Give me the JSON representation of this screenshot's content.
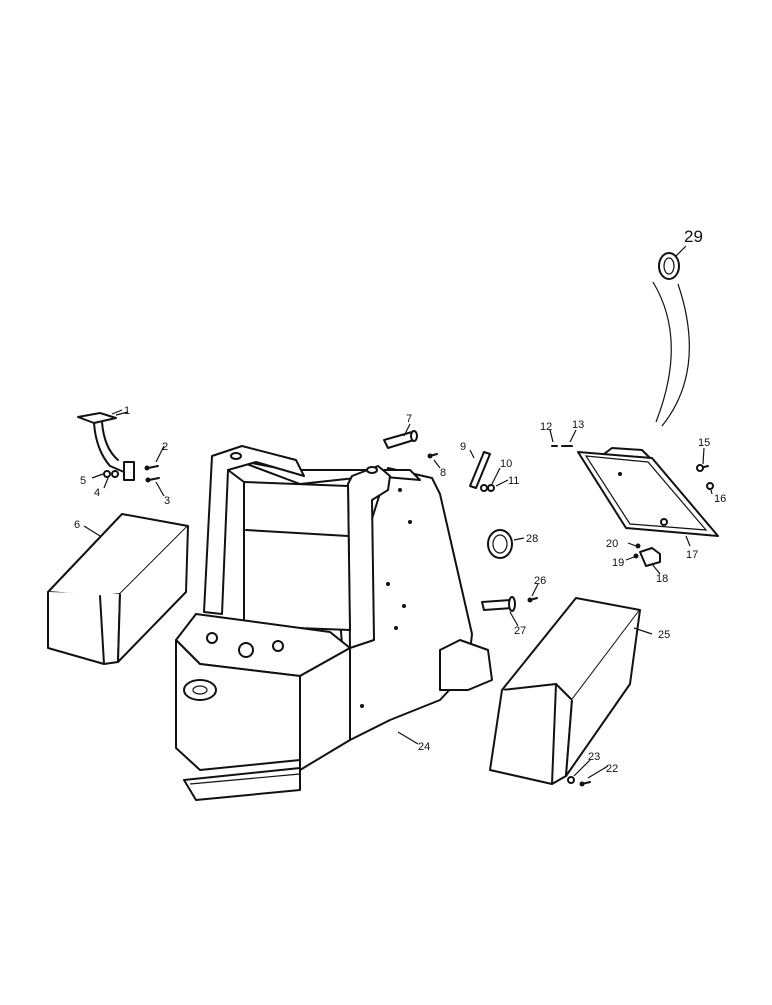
{
  "diagram": {
    "callouts": [
      {
        "id": "c1",
        "text": "1"
      },
      {
        "id": "c2",
        "text": "2"
      },
      {
        "id": "c3",
        "text": "3"
      },
      {
        "id": "c4",
        "text": "4"
      },
      {
        "id": "c5",
        "text": "5"
      },
      {
        "id": "c6",
        "text": "6"
      },
      {
        "id": "c7",
        "text": "7"
      },
      {
        "id": "c8",
        "text": "8"
      },
      {
        "id": "c9",
        "text": "9"
      },
      {
        "id": "c10",
        "text": "10"
      },
      {
        "id": "c11",
        "text": "11"
      },
      {
        "id": "c12",
        "text": "12"
      },
      {
        "id": "c13",
        "text": "13"
      },
      {
        "id": "c15",
        "text": "15"
      },
      {
        "id": "c16",
        "text": "16"
      },
      {
        "id": "c17",
        "text": "17"
      },
      {
        "id": "c18",
        "text": "18"
      },
      {
        "id": "c19",
        "text": "19"
      },
      {
        "id": "c20",
        "text": "20"
      },
      {
        "id": "c22",
        "text": "22"
      },
      {
        "id": "c23",
        "text": "23"
      },
      {
        "id": "c24",
        "text": "24"
      },
      {
        "id": "c25",
        "text": "25"
      },
      {
        "id": "c26",
        "text": "26"
      },
      {
        "id": "c27",
        "text": "27"
      },
      {
        "id": "c28",
        "text": "28"
      },
      {
        "id": "c29",
        "text": "29"
      }
    ]
  }
}
